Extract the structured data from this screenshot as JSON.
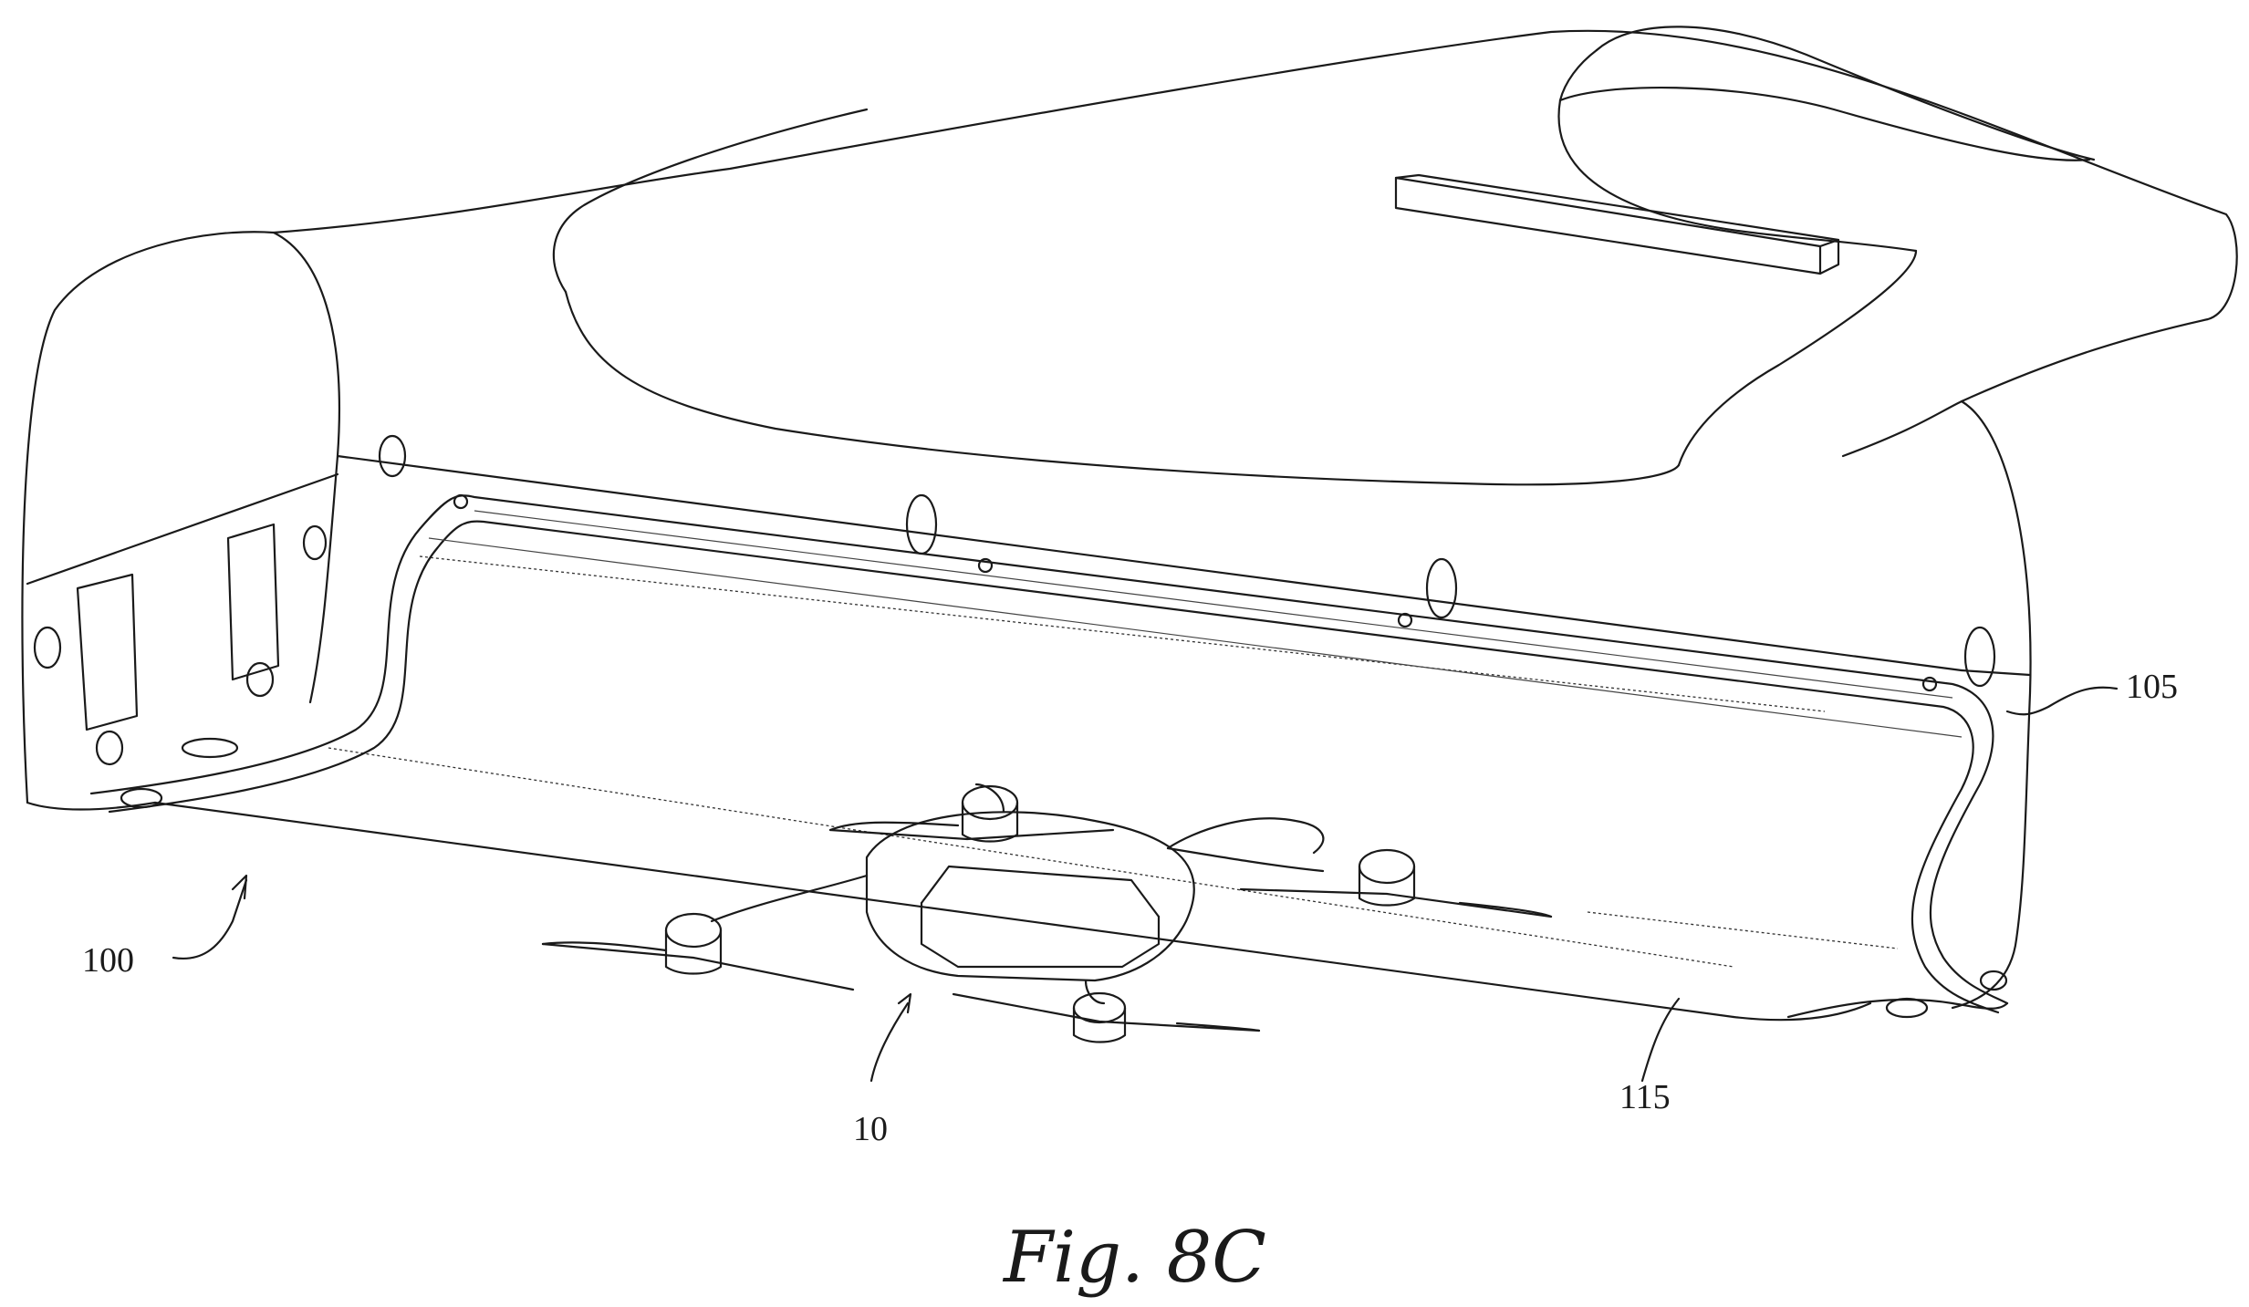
{
  "figure": {
    "caption": "Fig. 8C",
    "background": "#ffffff",
    "line_color": "#1a1a1a"
  },
  "reference_numerals": {
    "assembly": "100",
    "mount": "105",
    "drone": "10",
    "rail": "115"
  }
}
